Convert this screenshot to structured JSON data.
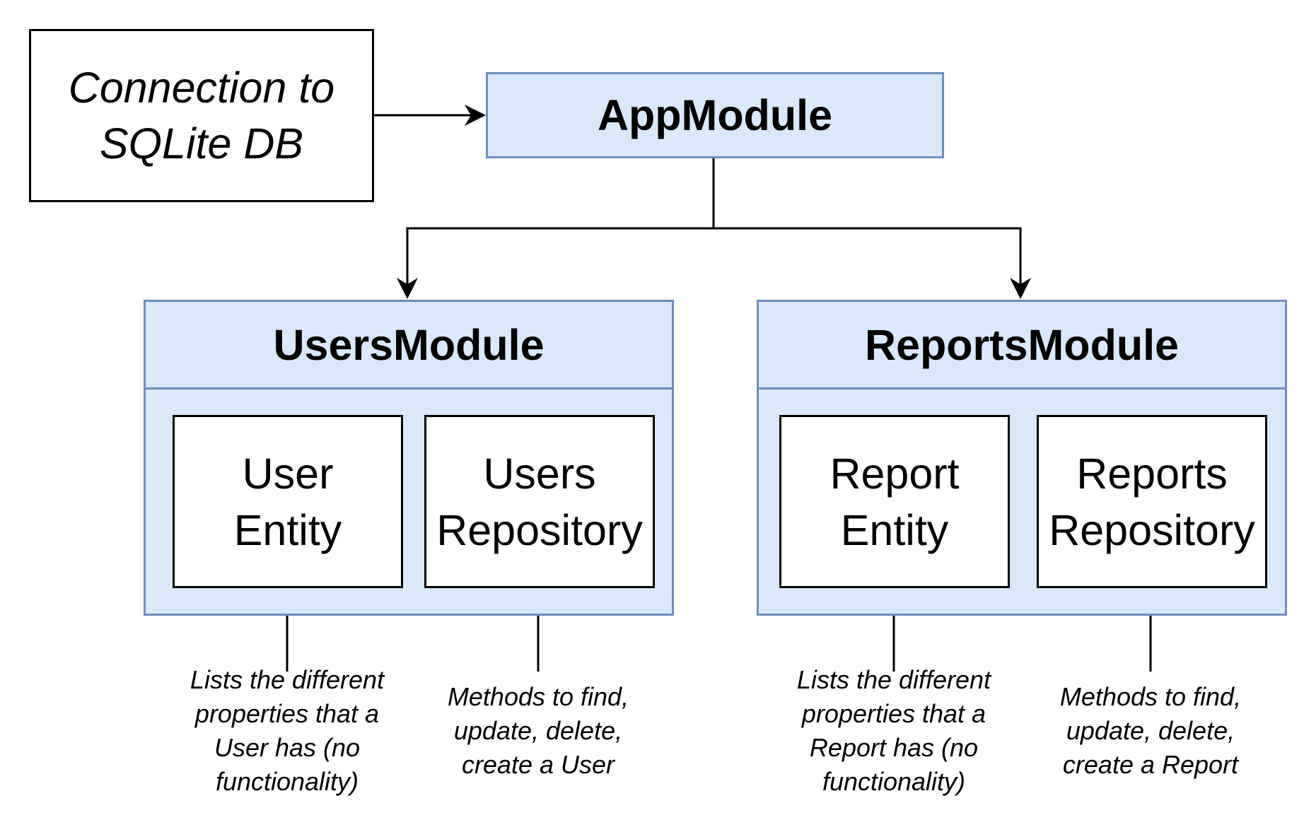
{
  "nodes": {
    "db": "Connection to\nSQLite DB",
    "app": "AppModule",
    "users_module": {
      "title": "UsersModule",
      "entity": "User\nEntity",
      "repository": "Users\nRepository",
      "entity_note": "Lists the different\nproperties that a\nUser has (no\nfunctionality)",
      "repository_note": "Methods to find,\nupdate, delete,\ncreate a User"
    },
    "reports_module": {
      "title": "ReportsModule",
      "entity": "Report\nEntity",
      "repository": "Reports\nRepository",
      "entity_note": "Lists the different\nproperties that a\nReport has (no\nfunctionality)",
      "repository_note": "Methods to find,\nupdate, delete,\ncreate a Report"
    }
  },
  "colors": {
    "module_fill": "#dae8fc",
    "module_stroke": "#6c8ebf",
    "line": "#000000"
  }
}
